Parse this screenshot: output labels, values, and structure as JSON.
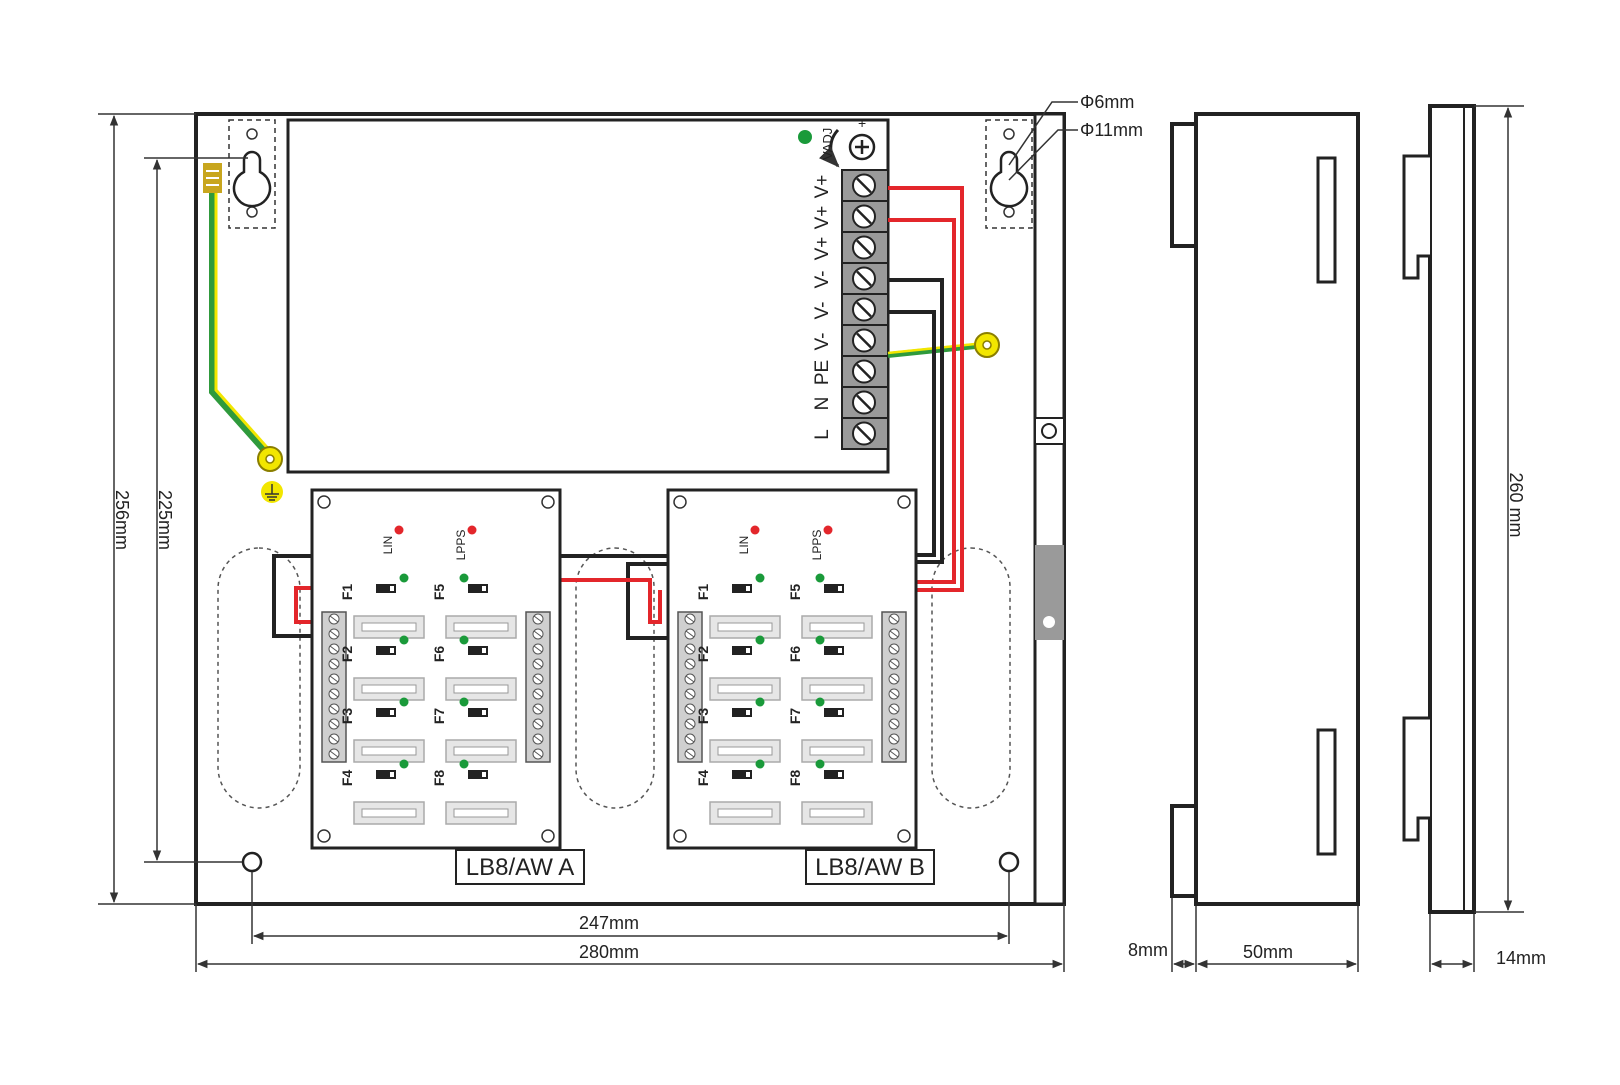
{
  "dimensions": {
    "height_256": "256mm",
    "height_225": "225mm",
    "width_247": "247mm",
    "width_280": "280mm",
    "hole_small": "Φ6mm",
    "hole_large": "Φ11mm",
    "depth_8": "8mm",
    "depth_50": "50mm",
    "height_260": "260 mm",
    "depth_14": "14mm"
  },
  "psu": {
    "vadj": "VADJ",
    "plus": "+",
    "terminals": [
      "V+",
      "V+",
      "V+",
      "V-",
      "V-",
      "V-",
      "PE",
      "N",
      "L"
    ]
  },
  "module_a": {
    "label": "LB8/AW A",
    "led_in": "LIN",
    "led_pps": "LPPS",
    "fuses_left": [
      "F1",
      "F2",
      "F3",
      "F4"
    ],
    "fuses_right": [
      "F5",
      "F6",
      "F7",
      "F8"
    ]
  },
  "module_b": {
    "label": "LB8/AW B",
    "led_in": "LIN",
    "led_pps": "LPPS",
    "fuses_left": [
      "F1",
      "F2",
      "F3",
      "F4"
    ],
    "fuses_right": [
      "F5",
      "F6",
      "F7",
      "F8"
    ]
  },
  "colors": {
    "wire_positive": "#e3262b",
    "wire_negative": "#222222",
    "wire_earth_green": "#2f9a3c",
    "wire_earth_yellow": "#f2e600",
    "led_green": "#1a9a3a",
    "led_red": "#e3262b"
  }
}
